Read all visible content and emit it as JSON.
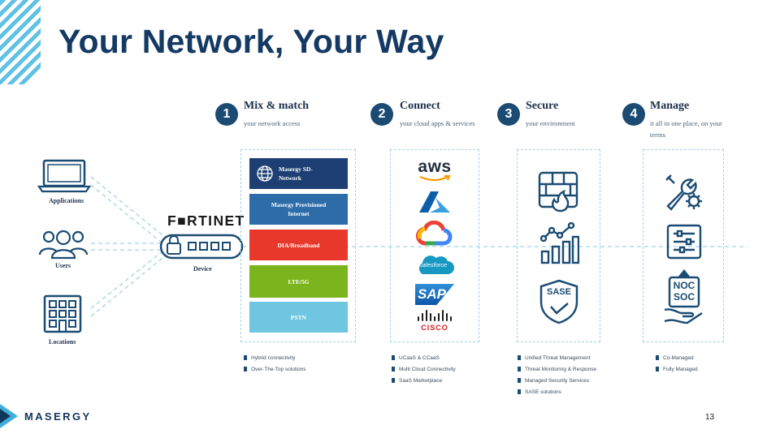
{
  "title": "Your Network, Your Way",
  "steps": [
    {
      "num": "1",
      "title": "Mix & match",
      "sub": "your network access"
    },
    {
      "num": "2",
      "title": "Connect",
      "sub": "your cloud apps & services"
    },
    {
      "num": "3",
      "title": "Secure",
      "sub": "your environment"
    },
    {
      "num": "4",
      "title": "Manage",
      "sub": "it all in one place, on your terms"
    }
  ],
  "left": {
    "applications": "Applications",
    "users": "Users",
    "locations": "Locations",
    "device": "Device"
  },
  "device_brand": "F■RTINET",
  "layers": [
    {
      "label": "Masergy SD-Network",
      "color": "#1d3f73"
    },
    {
      "label": "Masergy Provisioned Internet",
      "color": "#2d6ca8"
    },
    {
      "label": "DIA/Broadband",
      "color": "#e8372b"
    },
    {
      "label": "LTE/5G",
      "color": "#7ab51d"
    },
    {
      "label": "PSTN",
      "color": "#6ec6e0"
    }
  ],
  "cloud_logos": {
    "aws": "aws",
    "salesforce": "salesforce",
    "sap": "SAP",
    "cisco": "CISCO"
  },
  "secure_badge": "SASE",
  "manage_badge": [
    "NOC",
    "SOC"
  ],
  "bullets": {
    "col1": [
      "Hybrid connectivity",
      "Over-The-Top solutions"
    ],
    "col2": [
      "UCaaS & CCaaS",
      "Multi Cloud Connectivity",
      "SaaS Marketplace"
    ],
    "col3": [
      "Unified Threat Management",
      "Threat Monitoring & Response",
      "Managed Security Services",
      "SASE solutions"
    ],
    "col4": [
      "Co-Managed",
      "Fully Managed"
    ]
  },
  "brand": "MASERGY",
  "page_number": "13",
  "colors": {
    "primary": "#143a64",
    "accent": "#3fb0d8",
    "dashed": "#9fd3e4"
  }
}
